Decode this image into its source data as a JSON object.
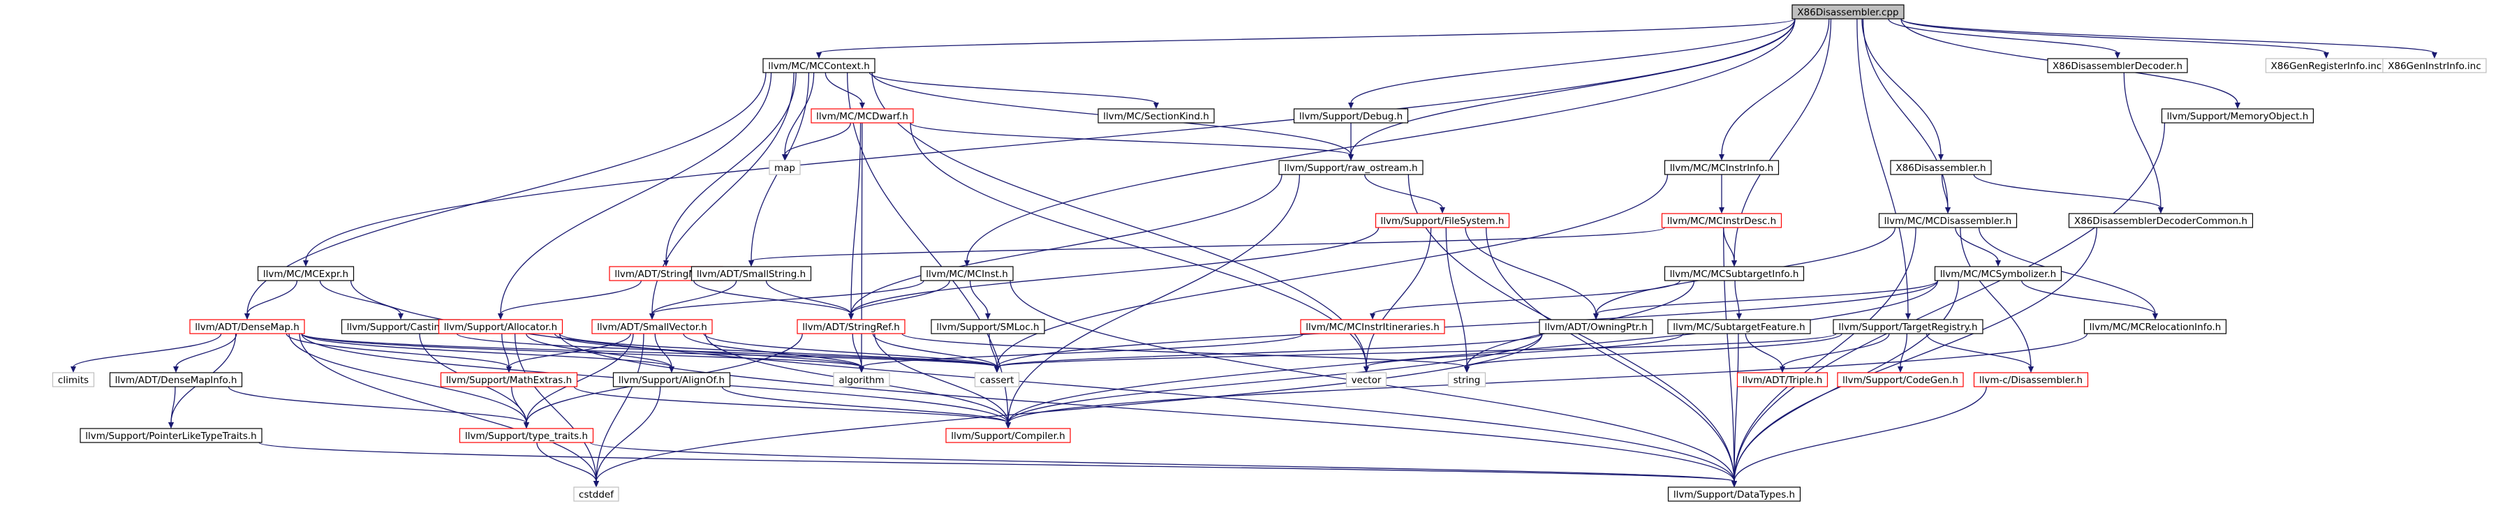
{
  "graph": {
    "colors": {
      "edge": "#191970",
      "border_default": "#000000",
      "border_missing": "#ff0000",
      "border_external": "#bfbfbf",
      "root_fill": "#bfbfbf",
      "node_fill": "#ffffff"
    },
    "nodes": [
      {
        "id": "root",
        "label": "X86Disassembler.cpp",
        "kind": "root"
      },
      {
        "id": "mcctx",
        "label": "llvm/MC/MCContext.h",
        "kind": "normal"
      },
      {
        "id": "x86dd",
        "label": "X86DisassemblerDecoder.h",
        "kind": "normal"
      },
      {
        "id": "x86gri",
        "label": "X86GenRegisterInfo.inc",
        "kind": "external"
      },
      {
        "id": "x86gii",
        "label": "X86GenInstrInfo.inc",
        "kind": "external"
      },
      {
        "id": "mcdwarf",
        "label": "llvm/MC/MCDwarf.h",
        "kind": "missing"
      },
      {
        "id": "seckind",
        "label": "llvm/MC/SectionKind.h",
        "kind": "normal"
      },
      {
        "id": "debug",
        "label": "llvm/Support/Debug.h",
        "kind": "normal"
      },
      {
        "id": "memobj",
        "label": "llvm/Support/MemoryObject.h",
        "kind": "normal"
      },
      {
        "id": "map",
        "label": "map",
        "kind": "external"
      },
      {
        "id": "rawos",
        "label": "llvm/Support/raw_ostream.h",
        "kind": "normal"
      },
      {
        "id": "mcinstrinfo",
        "label": "llvm/MC/MCInstrInfo.h",
        "kind": "normal"
      },
      {
        "id": "x86dis",
        "label": "X86Disassembler.h",
        "kind": "normal"
      },
      {
        "id": "mcinstrdesc",
        "label": "llvm/MC/MCInstrDesc.h",
        "kind": "missing"
      },
      {
        "id": "filesystem",
        "label": "llvm/Support/FileSystem.h",
        "kind": "missing"
      },
      {
        "id": "mcdisasm",
        "label": "llvm/MC/MCDisassembler.h",
        "kind": "normal"
      },
      {
        "id": "x86ddc",
        "label": "X86DisassemblerDecoderCommon.h",
        "kind": "normal"
      },
      {
        "id": "mcexpr",
        "label": "llvm/MC/MCExpr.h",
        "kind": "normal"
      },
      {
        "id": "stringmap",
        "label": "llvm/ADT/StringMap.h",
        "kind": "missing"
      },
      {
        "id": "smallstring",
        "label": "llvm/ADT/SmallString.h",
        "kind": "normal"
      },
      {
        "id": "mcinst",
        "label": "llvm/MC/MCInst.h",
        "kind": "normal"
      },
      {
        "id": "mcsti",
        "label": "llvm/MC/MCSubtargetInfo.h",
        "kind": "normal"
      },
      {
        "id": "mcsym",
        "label": "llvm/MC/MCSymbolizer.h",
        "kind": "normal"
      },
      {
        "id": "densemap",
        "label": "llvm/ADT/DenseMap.h",
        "kind": "missing"
      },
      {
        "id": "casting",
        "label": "llvm/Support/Casting.h",
        "kind": "normal"
      },
      {
        "id": "allocator",
        "label": "llvm/Support/Allocator.h",
        "kind": "missing"
      },
      {
        "id": "smallvector",
        "label": "llvm/ADT/SmallVector.h",
        "kind": "missing"
      },
      {
        "id": "stringref",
        "label": "llvm/ADT/StringRef.h",
        "kind": "missing"
      },
      {
        "id": "smloc",
        "label": "llvm/Support/SMLoc.h",
        "kind": "normal"
      },
      {
        "id": "mcinstrit",
        "label": "llvm/MC/MCInstrItineraries.h",
        "kind": "missing"
      },
      {
        "id": "owningptr",
        "label": "llvm/ADT/OwningPtr.h",
        "kind": "normal"
      },
      {
        "id": "subtargetfeature",
        "label": "llvm/MC/SubtargetFeature.h",
        "kind": "normal"
      },
      {
        "id": "targetreg",
        "label": "llvm/Support/TargetRegistry.h",
        "kind": "normal"
      },
      {
        "id": "mcreloc",
        "label": "llvm/MC/MCRelocationInfo.h",
        "kind": "normal"
      },
      {
        "id": "climits",
        "label": "climits",
        "kind": "external"
      },
      {
        "id": "densemapinfo",
        "label": "llvm/ADT/DenseMapInfo.h",
        "kind": "normal"
      },
      {
        "id": "mathextras",
        "label": "llvm/Support/MathExtras.h",
        "kind": "missing"
      },
      {
        "id": "alignof",
        "label": "llvm/Support/AlignOf.h",
        "kind": "normal"
      },
      {
        "id": "algorithm",
        "label": "algorithm",
        "kind": "external"
      },
      {
        "id": "cassert",
        "label": "cassert",
        "kind": "external"
      },
      {
        "id": "vector",
        "label": "vector",
        "kind": "external"
      },
      {
        "id": "string",
        "label": "string",
        "kind": "external"
      },
      {
        "id": "triple",
        "label": "llvm/ADT/Triple.h",
        "kind": "missing"
      },
      {
        "id": "codegen",
        "label": "llvm/Support/CodeGen.h",
        "kind": "missing"
      },
      {
        "id": "llvmcdis",
        "label": "llvm-c/Disassembler.h",
        "kind": "missing"
      },
      {
        "id": "ptrtraits",
        "label": "llvm/Support/PointerLikeTypeTraits.h",
        "kind": "normal"
      },
      {
        "id": "typetraits",
        "label": "llvm/Support/type_traits.h",
        "kind": "missing"
      },
      {
        "id": "compiler",
        "label": "llvm/Support/Compiler.h",
        "kind": "missing"
      },
      {
        "id": "cstddef",
        "label": "cstddef",
        "kind": "external"
      },
      {
        "id": "datatypes",
        "label": "llvm/Support/DataTypes.h",
        "kind": "normal"
      }
    ],
    "edges": [
      [
        "root",
        "mcctx"
      ],
      [
        "root",
        "x86dd"
      ],
      [
        "root",
        "x86gri"
      ],
      [
        "root",
        "x86gii"
      ],
      [
        "root",
        "debug"
      ],
      [
        "root",
        "rawos"
      ],
      [
        "root",
        "memobj"
      ],
      [
        "root",
        "mcinstrinfo"
      ],
      [
        "root",
        "x86dis"
      ],
      [
        "root",
        "mcdisasm"
      ],
      [
        "root",
        "mcexpr"
      ],
      [
        "root",
        "mcinst"
      ],
      [
        "root",
        "mcsti"
      ],
      [
        "root",
        "targetreg"
      ],
      [
        "mcctx",
        "mcdwarf"
      ],
      [
        "mcctx",
        "seckind"
      ],
      [
        "mcctx",
        "map"
      ],
      [
        "mcctx",
        "rawos"
      ],
      [
        "mcctx",
        "densemap"
      ],
      [
        "mcctx",
        "allocator"
      ],
      [
        "mcctx",
        "smallvector"
      ],
      [
        "mcctx",
        "stringmap"
      ],
      [
        "mcctx",
        "smallstring"
      ],
      [
        "mcctx",
        "compiler"
      ],
      [
        "mcctx",
        "vector"
      ],
      [
        "mcdwarf",
        "map"
      ],
      [
        "mcdwarf",
        "rawos"
      ],
      [
        "mcdwarf",
        "stringref"
      ],
      [
        "mcdwarf",
        "vector"
      ],
      [
        "mcdwarf",
        "algorithm"
      ],
      [
        "debug",
        "rawos"
      ],
      [
        "rawos",
        "filesystem"
      ],
      [
        "rawos",
        "stringref"
      ],
      [
        "rawos",
        "compiler"
      ],
      [
        "rawos",
        "datatypes"
      ],
      [
        "memobj",
        "datatypes"
      ],
      [
        "mcinstrinfo",
        "mcinstrdesc"
      ],
      [
        "mcinstrinfo",
        "cassert"
      ],
      [
        "mcinstrdesc",
        "mcsti"
      ],
      [
        "mcinstrdesc",
        "datatypes"
      ],
      [
        "mcinstrdesc",
        "smallstring"
      ],
      [
        "filesystem",
        "stringref"
      ],
      [
        "filesystem",
        "owningptr"
      ],
      [
        "filesystem",
        "datatypes"
      ],
      [
        "filesystem",
        "string"
      ],
      [
        "filesystem",
        "vector"
      ],
      [
        "x86dis",
        "mcdisasm"
      ],
      [
        "x86dis",
        "x86ddc"
      ],
      [
        "x86dd",
        "x86ddc"
      ],
      [
        "x86ddc",
        "datatypes"
      ],
      [
        "mcdisasm",
        "mcsym"
      ],
      [
        "mcdisasm",
        "mcreloc"
      ],
      [
        "mcdisasm",
        "llvmcdis"
      ],
      [
        "mcdisasm",
        "datatypes"
      ],
      [
        "mcdisasm",
        "owningptr"
      ],
      [
        "mcsym",
        "mcreloc"
      ],
      [
        "mcsym",
        "compiler"
      ],
      [
        "mcsym",
        "datatypes"
      ],
      [
        "mcsym",
        "owningptr"
      ],
      [
        "mcsym",
        "cassert"
      ],
      [
        "mcreloc",
        "compiler"
      ],
      [
        "mcsti",
        "subtargetfeature"
      ],
      [
        "mcsti",
        "mcinstrit"
      ],
      [
        "mcsti",
        "string"
      ],
      [
        "subtargetfeature",
        "triple"
      ],
      [
        "subtargetfeature",
        "datatypes"
      ],
      [
        "subtargetfeature",
        "vector"
      ],
      [
        "mcexpr",
        "densemap"
      ],
      [
        "mcexpr",
        "casting"
      ],
      [
        "mcexpr",
        "datatypes"
      ],
      [
        "stringmap",
        "stringref"
      ],
      [
        "stringmap",
        "allocator"
      ],
      [
        "smallstring",
        "smallvector"
      ],
      [
        "smallstring",
        "stringref"
      ],
      [
        "mcinst",
        "smallvector"
      ],
      [
        "mcinst",
        "stringref"
      ],
      [
        "mcinst",
        "smloc"
      ],
      [
        "mcinst",
        "datatypes"
      ],
      [
        "densemap",
        "densemapinfo"
      ],
      [
        "densemap",
        "mathextras"
      ],
      [
        "densemap",
        "alignof"
      ],
      [
        "densemap",
        "typetraits"
      ],
      [
        "densemap",
        "ptrtraits"
      ],
      [
        "densemap",
        "climits"
      ],
      [
        "densemap",
        "algorithm"
      ],
      [
        "densemap",
        "cassert"
      ],
      [
        "densemap",
        "cstddef"
      ],
      [
        "densemap",
        "compiler"
      ],
      [
        "casting",
        "typetraits"
      ],
      [
        "casting",
        "cassert"
      ],
      [
        "allocator",
        "alignof"
      ],
      [
        "allocator",
        "mathextras"
      ],
      [
        "allocator",
        "datatypes"
      ],
      [
        "allocator",
        "algorithm"
      ],
      [
        "allocator",
        "cassert"
      ],
      [
        "allocator",
        "cstddef"
      ],
      [
        "smallvector",
        "alignof"
      ],
      [
        "smallvector",
        "compiler"
      ],
      [
        "smallvector",
        "mathextras"
      ],
      [
        "smallvector",
        "typetraits"
      ],
      [
        "smallvector",
        "algorithm"
      ],
      [
        "smallvector",
        "cassert"
      ],
      [
        "smallvector",
        "cstddef"
      ],
      [
        "stringref",
        "typetraits"
      ],
      [
        "stringref",
        "algorithm"
      ],
      [
        "stringref",
        "cassert"
      ],
      [
        "stringref",
        "string"
      ],
      [
        "stringref",
        "compiler"
      ],
      [
        "smloc",
        "cassert"
      ],
      [
        "mcinstrit",
        "algorithm"
      ],
      [
        "owningptr",
        "compiler"
      ],
      [
        "owningptr",
        "cassert"
      ],
      [
        "owningptr",
        "cstddef"
      ],
      [
        "targetreg",
        "llvmcdis"
      ],
      [
        "targetreg",
        "triple"
      ],
      [
        "targetreg",
        "codegen"
      ],
      [
        "targetreg",
        "string"
      ],
      [
        "targetreg",
        "cassert"
      ],
      [
        "llvmcdis",
        "datatypes"
      ],
      [
        "densemapinfo",
        "ptrtraits"
      ],
      [
        "densemapinfo",
        "typetraits"
      ],
      [
        "ptrtraits",
        "datatypes"
      ],
      [
        "mathextras",
        "compiler"
      ],
      [
        "mathextras",
        "typetraits"
      ],
      [
        "alignof",
        "compiler"
      ],
      [
        "alignof",
        "cstddef"
      ],
      [
        "typetraits",
        "cstddef"
      ],
      [
        "typetraits",
        "datatypes"
      ]
    ]
  }
}
